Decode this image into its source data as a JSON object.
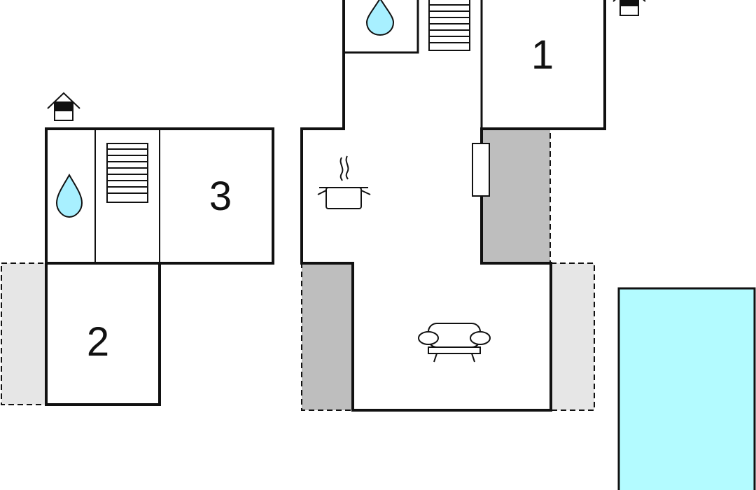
{
  "rooms": [
    {
      "id": "1",
      "label": "1"
    },
    {
      "id": "2",
      "label": "2"
    },
    {
      "id": "3",
      "label": "3"
    }
  ],
  "icons": [
    "entrance-icon",
    "bathroom-icon",
    "stairs-icon",
    "kitchen-icon",
    "sofa-icon",
    "pool"
  ],
  "colors": {
    "wall": "#111111",
    "pool": "#b3fbff",
    "water_drop": "#a8f0ff",
    "terrace_dark": "#bebebe",
    "terrace_light": "#e6e6e6",
    "background": "#ffffff"
  }
}
